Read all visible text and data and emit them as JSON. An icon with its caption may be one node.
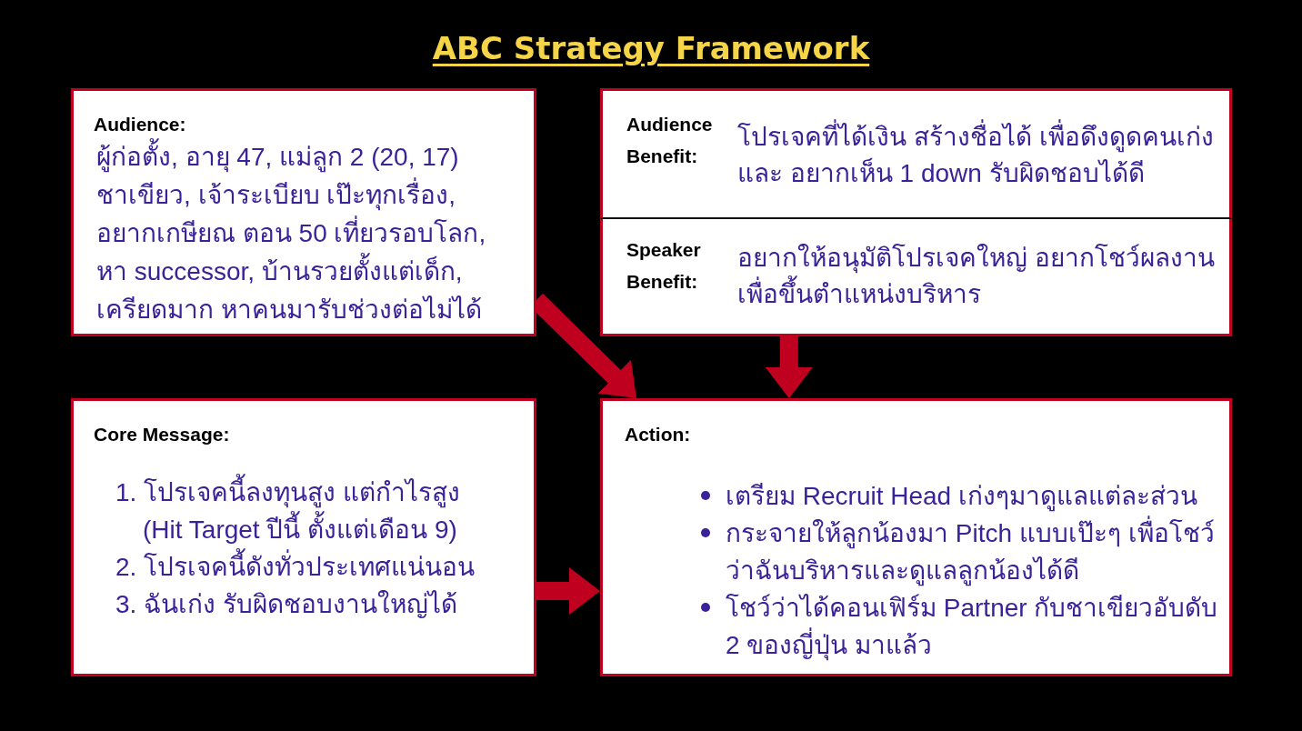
{
  "diagram": {
    "title": "ABC Strategy Framework",
    "nodes": [
      {
        "text": [
          "Audience:",
          "ผู้ก่อตั้ง, อายุ 47, แม่ลูก 2 (20, 17) ชาเขียว, เจ้าระเบียบ เป๊ะทุกเรื่อง, อยากเกษียณ ตอน 50 เที่ยวรอบโลก, หา successor, บ้านรวยตั้งแต่เด็ก, เครียดมาก หาคนมารับช่วงต่อไม่ได้"
        ]
      },
      {
        "text": [
          "Audience Benefit:",
          "โปรเจคที่ได้เงิน สร้างชื่อได้ เพื่อดึงดูดคนเก่ง และ อยากเห็น 1 down รับผิดชอบได้ดี"
        ]
      },
      {
        "text": [
          "Speaker Benefit:",
          "อยากให้อนุมัติโปรเจคใหญ่ อยากโชว์ผลงาน เพื่อขึ้นตำแหน่งบริหาร"
        ]
      },
      {
        "text": [
          "Core Message:",
          "1. โปรเจคนี้ลงทุนสูง แต่กำไรสูง (Hit Target ปีนี้ ตั้งแต่เดือน 9)",
          "2. โปรเจคนี้ดังทั่วประเทศแน่นอน",
          "3. ฉันเก่ง รับผิดชอบงานใหญ่ได้"
        ]
      },
      {
        "text": [
          "Action:",
          "เตรียม Recruit Head เก่งๆมาดูแลแต่ละส่วน",
          "กระจายให้ลูกน้องมา Pitch แบบเป๊ะๆ เพื่อโชว์ว่าฉันบริหารและดูแลลูกน้องได้ดี",
          "โชว์ว่าได้คอนเฟิร์ม Partner กับชาเขียวอับดับ 2 ของญี่ปุ่น มาแล้ว"
        ]
      }
    ],
    "edges": [
      {
        "from": 0,
        "to": 4,
        "arrow": "to"
      },
      {
        "from": 2,
        "to": 4,
        "arrow": "to"
      },
      {
        "from": 3,
        "to": 4,
        "arrow": "to"
      }
    ]
  }
}
